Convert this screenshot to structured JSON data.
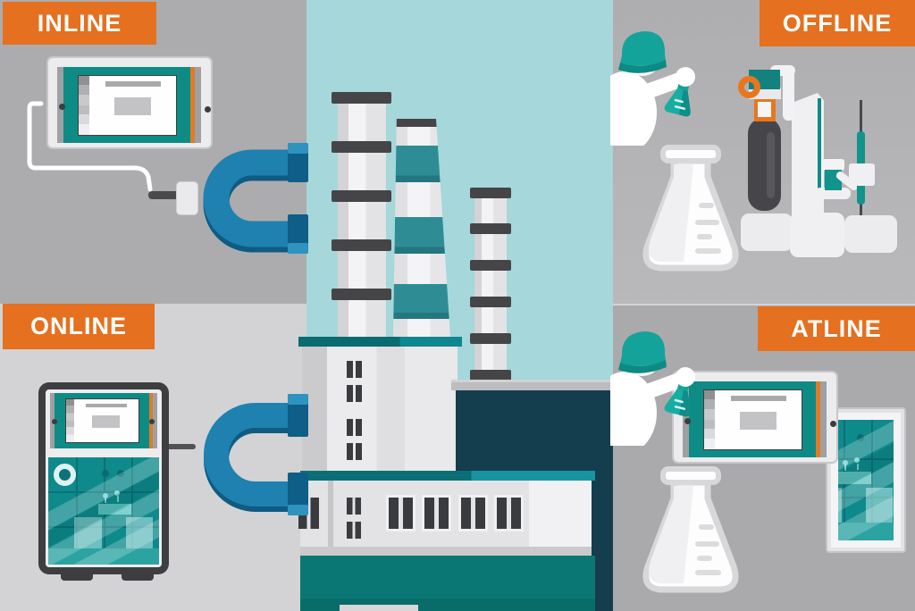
{
  "title": "Inline / Online / Offline / Atline process-measurement infographic",
  "quadrants": {
    "inline": {
      "label": "INLINE"
    },
    "online": {
      "label": "ONLINE"
    },
    "offline": {
      "label": "OFFLINE"
    },
    "atline": {
      "label": "ATLINE"
    }
  },
  "illustrations": {
    "inline": "tablet-probe-connected-to-process-pipe",
    "online": "analyzer-cabinet-connected-to-process-pipe",
    "offline": "scientist-with-sample-flask-and-lab-bench-instruments",
    "atline": "scientist-with-sample-flask-tablet-and-bench-monitor",
    "center": "chemical-factory-with-three-chimneys"
  },
  "palette": {
    "banner_orange": "#E5701F",
    "bg_gray_top_left": "#ACACAE",
    "bg_gray_bottom_left": "#D3D3D5",
    "bg_gray_top_right": "#B2B2B4",
    "bg_gray_bottom_right": "#AAAAAC",
    "center_sky_teal": "#A6D7DA",
    "screen_teal": "#0E8B85",
    "screen_stripe_orange": "#E07B28",
    "pipe_blue": "#1F81AF",
    "pipe_blue_dark": "#0F5B82",
    "pipe_flange_blue": "#0F5E88",
    "factory_dark_building": "#143E4D",
    "roof_teal_dark": "#0A6B70",
    "roof_teal_bright": "#16949F",
    "factory_base_teal": "#0A7774",
    "chimney_band_gray": "#454547",
    "chimney_band_teal": "#2E8C95",
    "bench_scene_teal": "#0F8A8C",
    "hard_hat_teal": "#14A39B",
    "sample_flask_teal": "#18ADA3"
  }
}
